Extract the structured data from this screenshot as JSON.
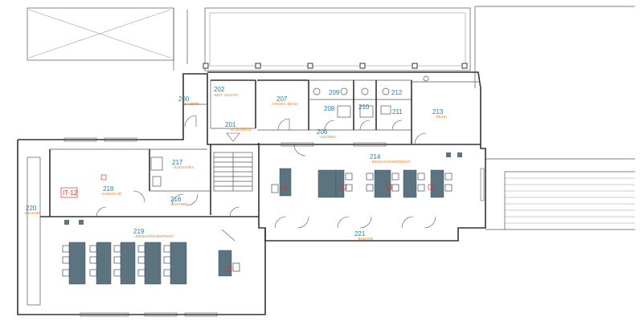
{
  "rooms": [
    {
      "id": "r200",
      "number": "200",
      "name": "- ZÁVĚTŘÍ"
    },
    {
      "id": "r201",
      "number": "201",
      "name": "- SCHODIŠTĚ"
    },
    {
      "id": "r202",
      "number": "202",
      "name": "- INST. ŠACHTA"
    },
    {
      "id": "r206",
      "number": "206",
      "name": "- CHODBA"
    },
    {
      "id": "r207",
      "number": "207",
      "name": "- ARCHIV, DÍLNA"
    },
    {
      "id": "r208",
      "number": "208",
      "name": ""
    },
    {
      "id": "r209",
      "number": "209",
      "name": ""
    },
    {
      "id": "r210",
      "number": "210",
      "name": ""
    },
    {
      "id": "r211",
      "number": "211",
      "name": ""
    },
    {
      "id": "r212",
      "number": "212",
      "name": ""
    },
    {
      "id": "r213",
      "number": "213",
      "name": "- DÍLNA"
    },
    {
      "id": "r214",
      "number": "214",
      "name": "- EDUKAČNÍ MÍSTNOST"
    },
    {
      "id": "r216",
      "number": "216",
      "name": "- CHODBA"
    },
    {
      "id": "r217",
      "number": "217",
      "name": "- KUCHYŇKA"
    },
    {
      "id": "r218",
      "number": "218",
      "name": "- KANCELÁŘ"
    },
    {
      "id": "r219",
      "number": "219",
      "name": "- EDUKAČNÍ MÍSTNOST"
    },
    {
      "id": "r220",
      "number": "220",
      "name": "BALKON"
    },
    {
      "id": "r221",
      "number": "221",
      "name": "- BALKON"
    }
  ],
  "tag": "IT-12",
  "colors": {
    "room_number": "#1f7fb5",
    "room_name": "#e07a1f",
    "tag": "#d9342b",
    "desk": "#5c7480"
  }
}
